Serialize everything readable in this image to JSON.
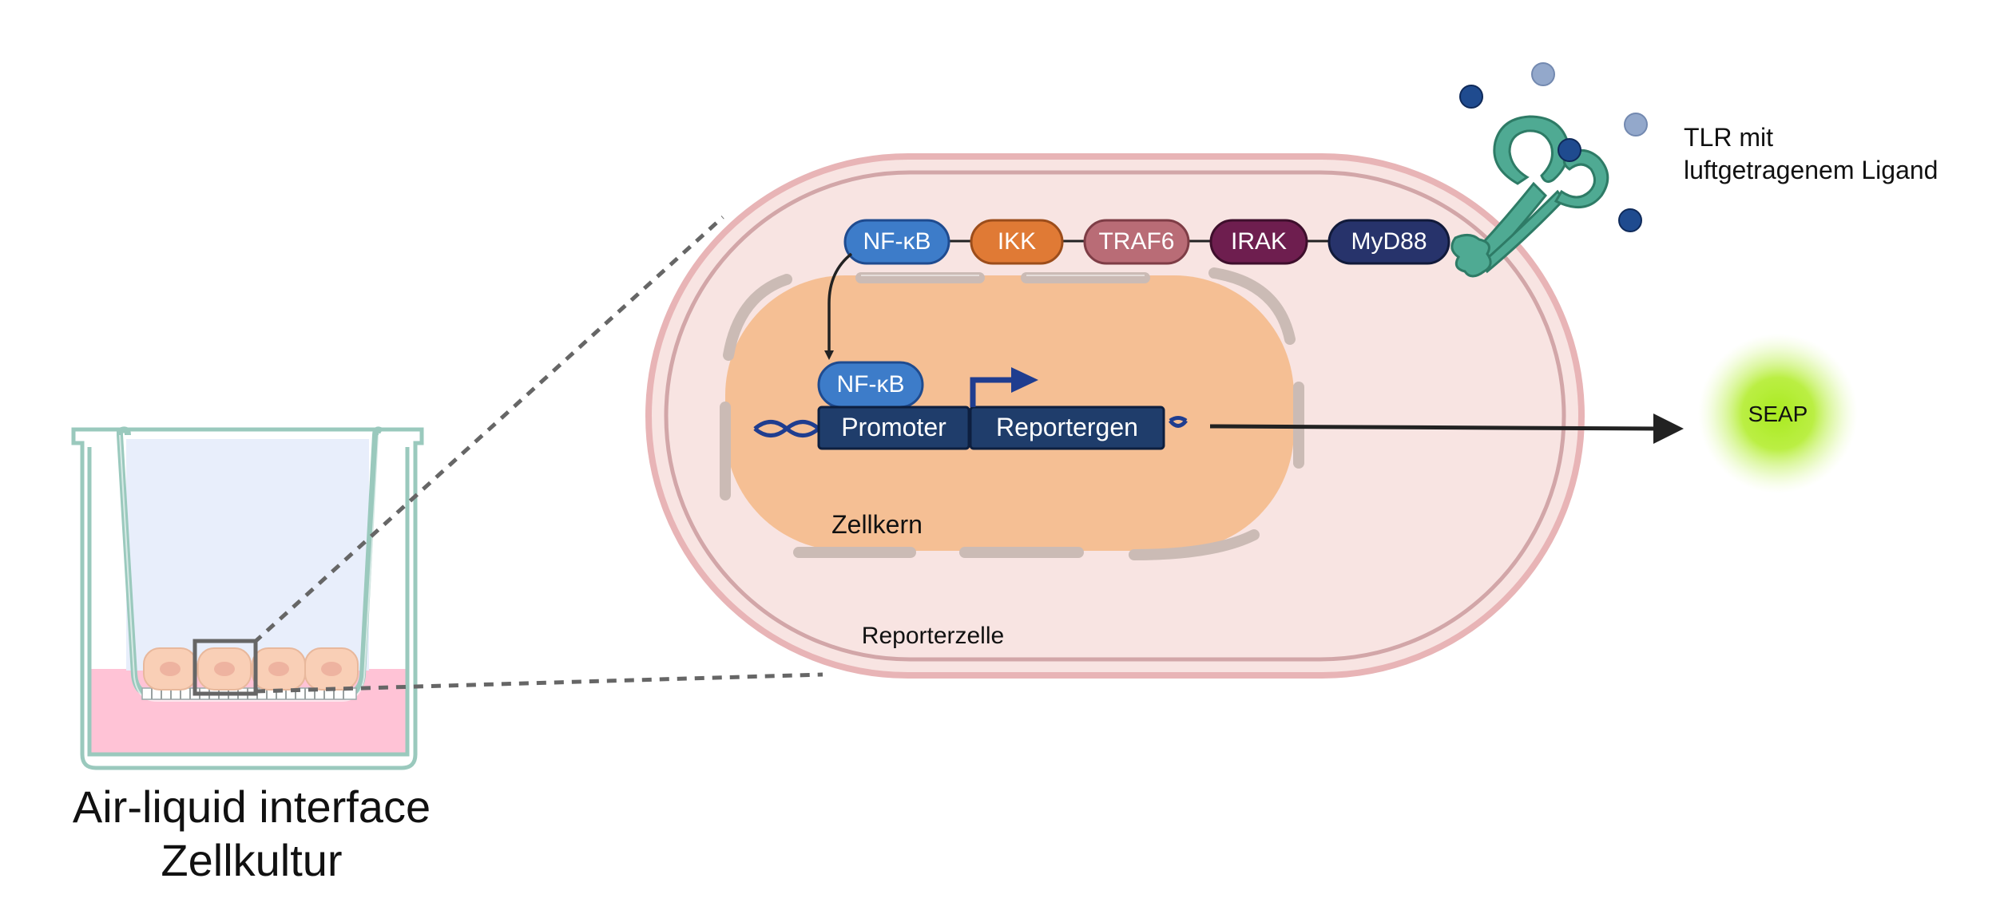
{
  "colors": {
    "cell_fill": "#f8e4e2",
    "cell_border": "#d9a2a6",
    "nucleus_fill": "#f5bf94",
    "envelope": "#cbbbb5",
    "dna_box": "#1f3d6b",
    "nfkb": "#3d7cc9",
    "ikk": "#e07a35",
    "traf6": "#b96c76",
    "irak": "#6e1e4f",
    "myd88": "#27336b",
    "receptor": "#4faa93",
    "ligand_dark": "#1f4b8f",
    "ligand_light": "#93a8cb",
    "seap_glow": "#b7ee3a",
    "medium": "#ffc3d6",
    "insert_air": "#e8eefb",
    "cell_culture": "#f9cfb6"
  },
  "culture": {
    "title_line1": "Air-liquid interface",
    "title_line2": "Zellkultur"
  },
  "cell": {
    "label": "Reporterzelle",
    "nucleus_label": "Zellkern"
  },
  "pathway": {
    "proteins": [
      "NF-κB",
      "IKK",
      "TRAF6",
      "IRAK",
      "MyD88"
    ],
    "nuclear_nfkb": "NF-κB",
    "promoter": "Promoter",
    "reporter_gene": "Reportergen"
  },
  "receptor": {
    "label_line1": "TLR mit",
    "label_line2": "luftgetragenem Ligand"
  },
  "output": {
    "seap": "SEAP"
  }
}
